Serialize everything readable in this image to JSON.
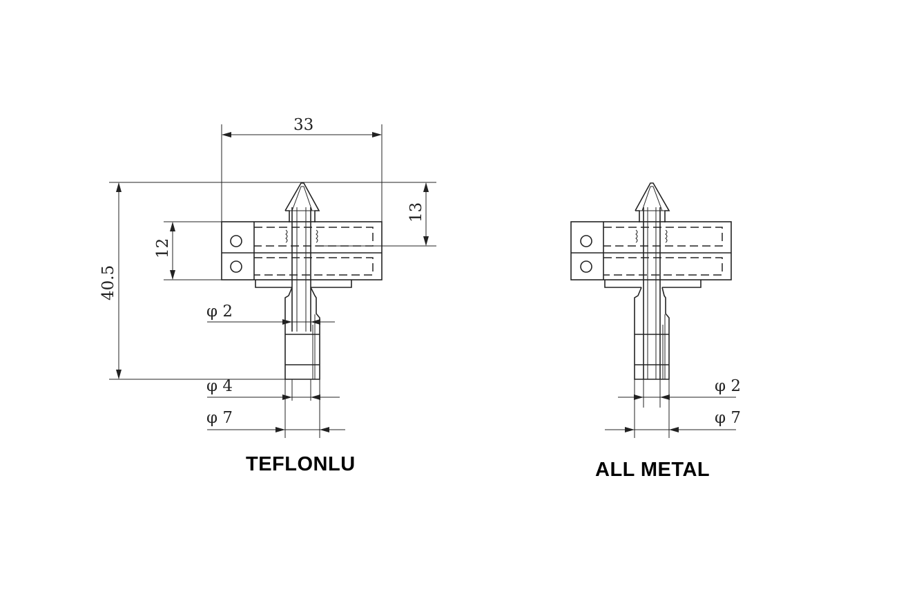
{
  "left_view": {
    "caption": "TEFLONLU",
    "dimensions": {
      "width_top": "33",
      "height_total": "40.5",
      "height_block": "12",
      "height_nozzle": "13",
      "dia_inner": "φ 2",
      "dia_mid": "φ 4",
      "dia_outer": "φ 7"
    }
  },
  "right_view": {
    "caption": "ALL METAL",
    "dimensions": {
      "dia_inner": "φ 2",
      "dia_outer": "φ 7"
    }
  }
}
